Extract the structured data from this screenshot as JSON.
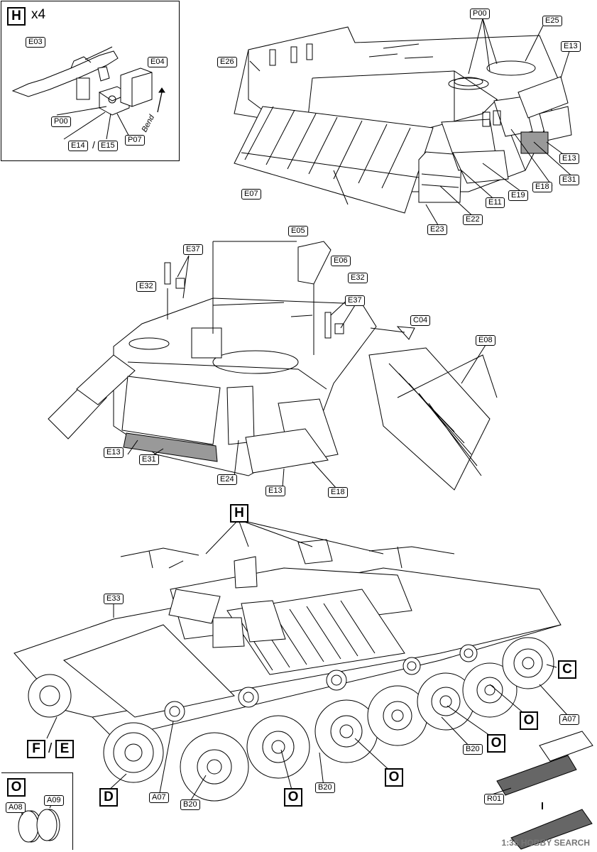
{
  "inset_h": {
    "letter": "H",
    "qty": "x4",
    "bend": "Bend",
    "labels": {
      "e03": "E03",
      "e04": "E04",
      "p00": "P00",
      "e14": "E14",
      "slash": "/",
      "e15": "E15",
      "p07": "P07"
    }
  },
  "step1": {
    "labels": {
      "p00": "P00",
      "e25": "E25",
      "e26": "E26",
      "e13a": "E13",
      "e13b": "E13",
      "e31": "E31",
      "e18": "E18",
      "e19": "E19",
      "e11": "E11",
      "e22": "E22",
      "e23": "E23",
      "e07": "E07"
    }
  },
  "step2": {
    "labels": {
      "e05": "E05",
      "e06": "E06",
      "e37a": "E37",
      "e32a": "E32",
      "e32b": "E32",
      "e37b": "E37",
      "c04": "C04",
      "e08": "E08",
      "e13a": "E13",
      "e31": "E31",
      "e24": "E24",
      "e13b": "E13",
      "e18": "E18"
    }
  },
  "step3": {
    "labels": {
      "h": "H",
      "e33": "E33",
      "c": "C",
      "a07a": "A07",
      "o1": "O",
      "o2": "O",
      "o3": "O",
      "o4": "O",
      "b20a": "B20",
      "b20b": "B20",
      "b20c": "B20",
      "a07b": "A07",
      "d": "D",
      "f": "F",
      "slash": "/",
      "e": "E",
      "r01": "R01"
    }
  },
  "inset_o": {
    "letter": "O",
    "a08": "A08",
    "a09": "A09"
  },
  "watermark": "1:35 HOBBY SEARCH"
}
